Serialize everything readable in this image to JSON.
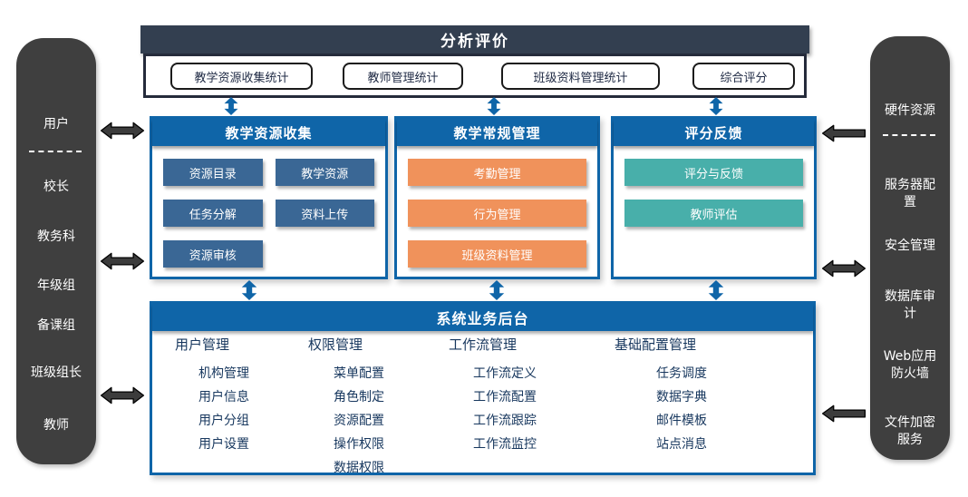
{
  "palette": {
    "dark_header": "#333F50",
    "blue": "#0F65A8",
    "steel_button": "#3A6795",
    "orange_button": "#F0925B",
    "teal_button": "#48AFAA",
    "sidebar_gray": "#3F3F3F",
    "navy_text": "#17375E",
    "black_arrow": "#3C3C3C"
  },
  "left_sidebar": {
    "title": "用户",
    "items": [
      "校长",
      "教务科",
      "年级组",
      "备课组",
      "班级组长",
      "教师"
    ]
  },
  "right_sidebar": {
    "title": "硬件资源",
    "items": [
      "服务器配置",
      "安全管理",
      "数据库审计",
      "Web应用防火墙",
      "文件加密服务"
    ]
  },
  "top_section": {
    "title": "分析评价",
    "boxes": [
      "教学资源收集统计",
      "教师管理统计",
      "班级资料管理统计",
      "综合评分"
    ]
  },
  "middle_panels": [
    {
      "title": "教学资源收集",
      "buttons": [
        "资源目录",
        "教学资源",
        "任务分解",
        "资料上传",
        "资源审核"
      ]
    },
    {
      "title": "教学常规管理",
      "buttons": [
        "考勤管理",
        "行为管理",
        "班级资料管理"
      ]
    },
    {
      "title": "评分反馈",
      "buttons": [
        "评分与反馈",
        "教师评估"
      ]
    }
  ],
  "bottom_section": {
    "title": "系统业务后台",
    "groups": [
      {
        "title": "用户管理",
        "items": [
          "机构管理",
          "用户信息",
          "用户分组",
          "用户设置"
        ]
      },
      {
        "title": "权限管理",
        "items": [
          "菜单配置",
          "角色制定",
          "资源配置",
          "操作权限",
          "数据权限"
        ]
      },
      {
        "title": "工作流管理",
        "items": [
          "工作流定义",
          "工作流配置",
          "工作流跟踪",
          "工作流监控"
        ]
      },
      {
        "title": "基础配置管理",
        "items": [
          "任务调度",
          "数据字典",
          "邮件模板",
          "站点消息"
        ]
      }
    ]
  }
}
